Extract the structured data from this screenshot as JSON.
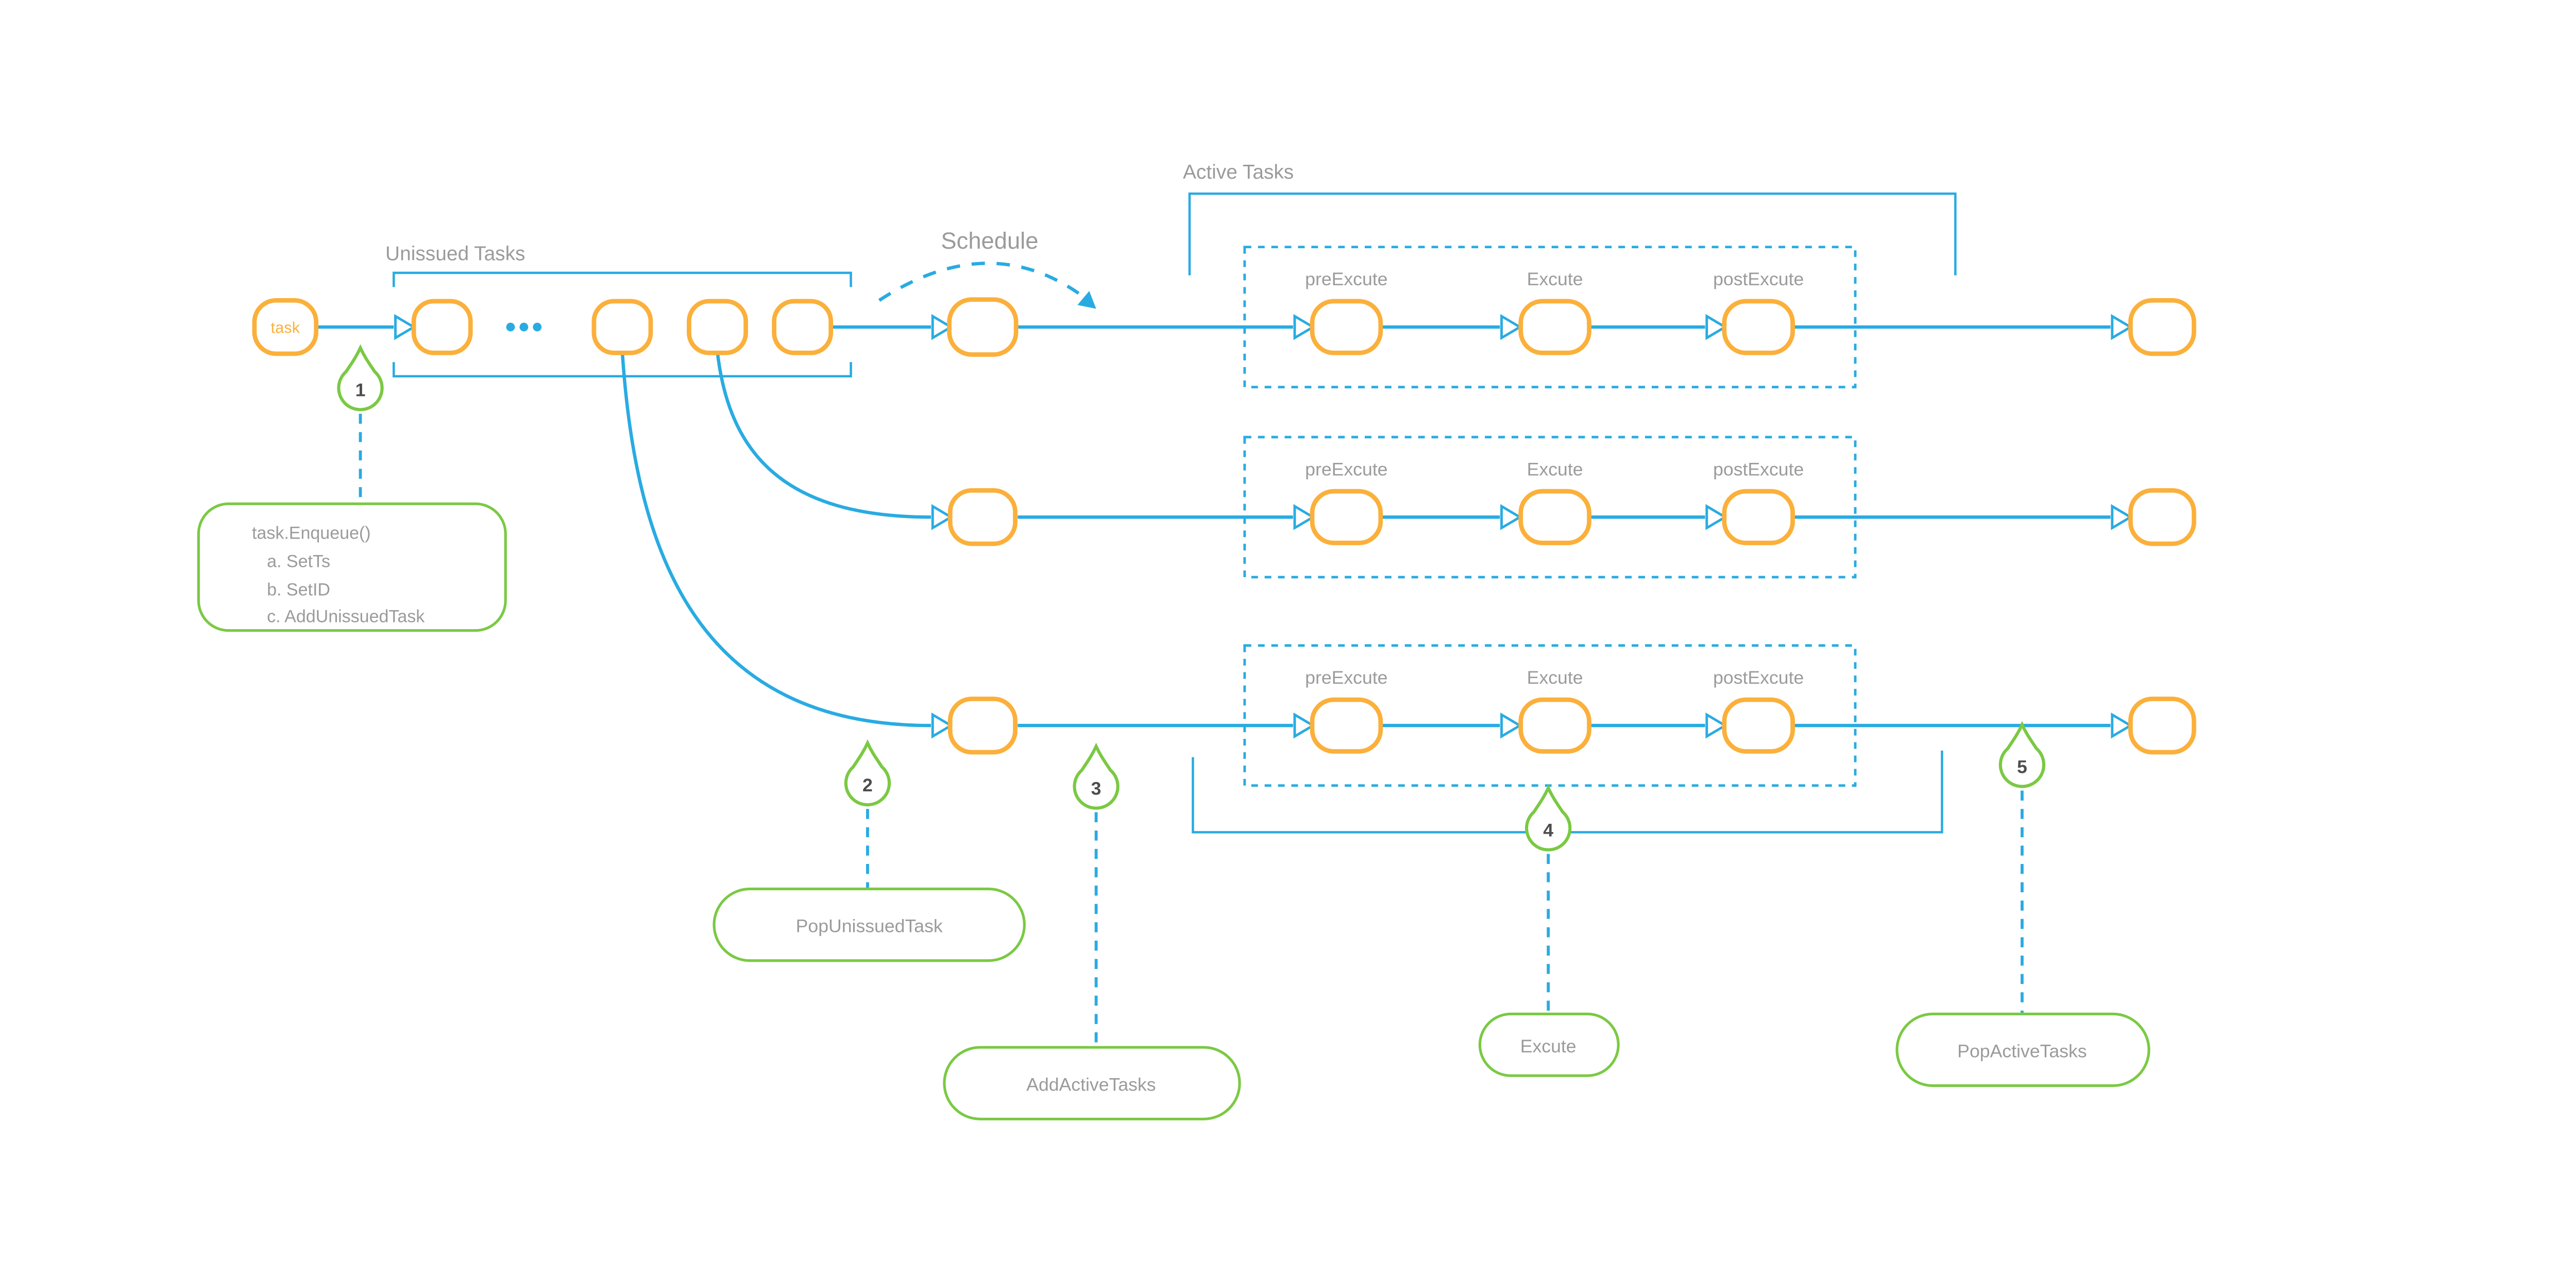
{
  "labels": {
    "unissued_tasks": "Unissued Tasks",
    "schedule": "Schedule",
    "active_tasks": "Active Tasks",
    "task_node": "task"
  },
  "pipeline": {
    "stage_labels": [
      "preExcute",
      "Excute",
      "postExcute"
    ],
    "worker_rows": 3
  },
  "callouts": [
    {
      "number": "1",
      "lines": [
        "task.Enqueue()",
        "a. SetTs",
        "b. SetID",
        "c. AddUnissuedTask"
      ]
    },
    {
      "number": "2",
      "label": "PopUnissuedTask"
    },
    {
      "number": "3",
      "label": "AddActiveTasks"
    },
    {
      "number": "4",
      "label": "Excute"
    },
    {
      "number": "5",
      "label": "PopActiveTasks"
    }
  ],
  "colors": {
    "flow_blue": "#29abe2",
    "node_orange": "#fbb03b",
    "callout_green": "#7ac943",
    "label_gray": "#9b9b9b",
    "number_dark": "#4d4d4d"
  }
}
